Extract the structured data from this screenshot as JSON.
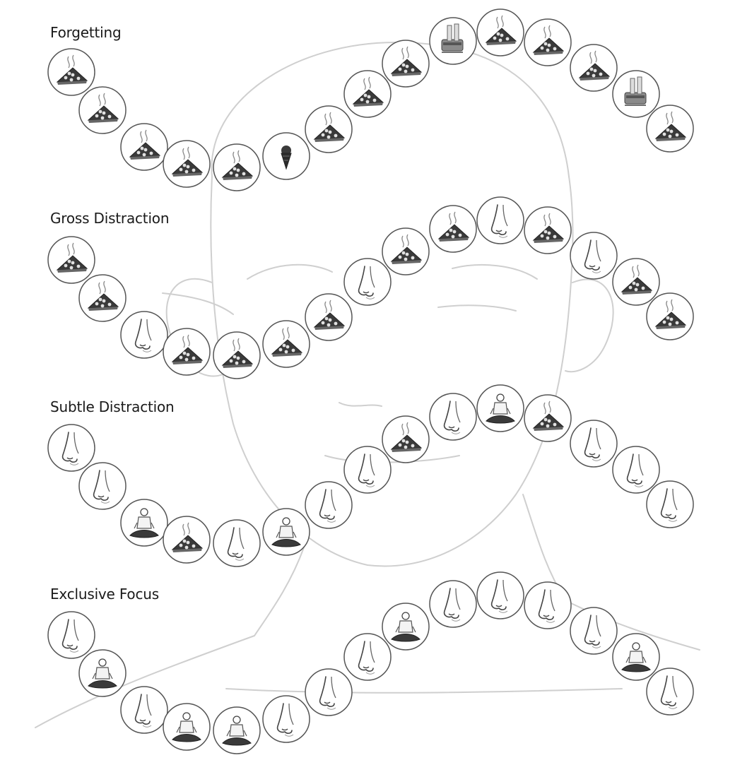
{
  "rows": [
    {
      "title": "Forgetting",
      "beads": [
        "pizza",
        "pizza",
        "pizza",
        "pizza",
        "pizza",
        "ice-cream",
        "pizza",
        "pizza",
        "pizza",
        "toaster",
        "pizza",
        "pizza",
        "pizza",
        "toaster",
        "pizza"
      ]
    },
    {
      "title": "Gross Distraction",
      "beads": [
        "pizza",
        "pizza",
        "nose",
        "pizza",
        "pizza",
        "pizza",
        "pizza",
        "nose",
        "pizza",
        "pizza",
        "nose",
        "pizza",
        "nose",
        "pizza",
        "pizza"
      ]
    },
    {
      "title": "Subtle Distraction",
      "beads": [
        "nose",
        "nose",
        "meditator",
        "pizza",
        "nose",
        "meditator",
        "nose",
        "nose",
        "pizza",
        "nose",
        "meditator",
        "pizza",
        "nose",
        "nose",
        "nose"
      ]
    },
    {
      "title": "Exclusive Focus",
      "beads": [
        "nose",
        "meditator",
        "nose",
        "meditator",
        "meditator",
        "nose",
        "nose",
        "nose",
        "meditator",
        "nose",
        "nose",
        "nose",
        "nose",
        "meditator",
        "nose"
      ]
    }
  ],
  "colors": {
    "stroke": "#555555",
    "sketch": "#c8c8c8",
    "ink": "#2a2a2a"
  }
}
